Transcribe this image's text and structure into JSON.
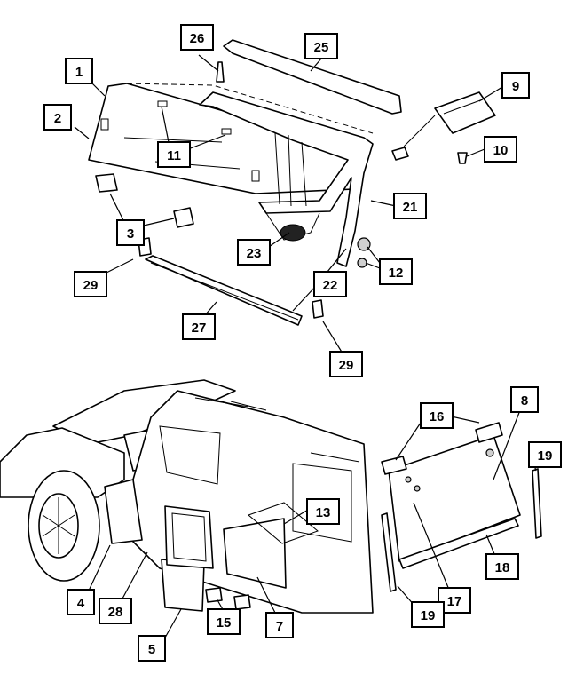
{
  "callouts": [
    {
      "id": "c1",
      "label": "1"
    },
    {
      "id": "c2",
      "label": "2"
    },
    {
      "id": "c3",
      "label": "3"
    },
    {
      "id": "c4",
      "label": "4"
    },
    {
      "id": "c5",
      "label": "5"
    },
    {
      "id": "c7",
      "label": "7"
    },
    {
      "id": "c8",
      "label": "8"
    },
    {
      "id": "c9",
      "label": "9"
    },
    {
      "id": "c10",
      "label": "10"
    },
    {
      "id": "c11",
      "label": "11"
    },
    {
      "id": "c12",
      "label": "12"
    },
    {
      "id": "c13",
      "label": "13"
    },
    {
      "id": "c15",
      "label": "15"
    },
    {
      "id": "c16",
      "label": "16"
    },
    {
      "id": "c17",
      "label": "17"
    },
    {
      "id": "c18",
      "label": "18"
    },
    {
      "id": "c19a",
      "label": "19"
    },
    {
      "id": "c19b",
      "label": "19"
    },
    {
      "id": "c21",
      "label": "21"
    },
    {
      "id": "c22",
      "label": "22"
    },
    {
      "id": "c23",
      "label": "23"
    },
    {
      "id": "c25",
      "label": "25"
    },
    {
      "id": "c26",
      "label": "26"
    },
    {
      "id": "c27",
      "label": "27"
    },
    {
      "id": "c28",
      "label": "28"
    },
    {
      "id": "c29a",
      "label": "29"
    },
    {
      "id": "c29b",
      "label": "29"
    }
  ]
}
